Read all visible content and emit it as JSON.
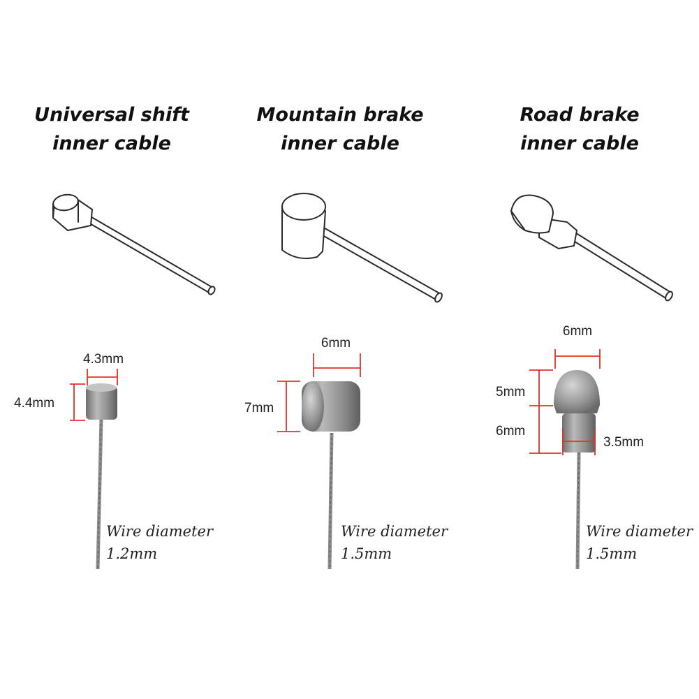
{
  "columns": [
    {
      "title_line1": "Universal shift",
      "title_line2": "inner cable",
      "dims": [
        "4.3mm",
        "4.4mm"
      ],
      "wire_label_line1": "Wire diameter",
      "wire_label_line2": "1.2mm"
    },
    {
      "title_line1": "Mountain brake",
      "title_line2": "inner cable",
      "dims": [
        "6mm",
        "7mm"
      ],
      "wire_label_line1": "Wire diameter",
      "wire_label_line2": "1.5mm"
    },
    {
      "title_line1": "Road brake",
      "title_line2": "inner cable",
      "dims": [
        "6mm",
        "5mm",
        "6mm",
        "3.5mm"
      ],
      "wire_label_line1": "Wire diameter",
      "wire_label_line2": "1.5mm"
    }
  ],
  "colors": {
    "dimension_lines": "#e4312b",
    "metal": "#8c8c8c",
    "outline": "#2a2a2a"
  }
}
